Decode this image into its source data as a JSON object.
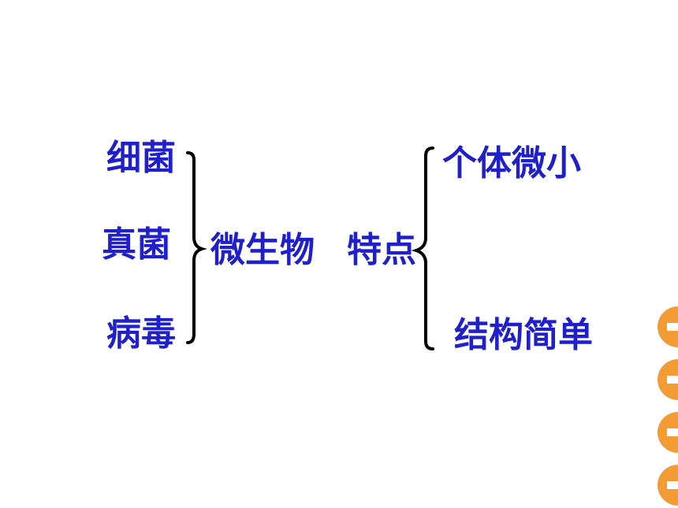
{
  "colors": {
    "text": "#1F1FCC",
    "brace": "#000000",
    "accent": "#F39C33"
  },
  "left_items": [
    "细菌",
    "真菌",
    "病毒"
  ],
  "center_label": "微生物",
  "features_label": "特点",
  "right_items": [
    "个体微小",
    "结构简单"
  ],
  "decoration": {
    "icon": "orange-half-circle-icon",
    "count": 4
  }
}
